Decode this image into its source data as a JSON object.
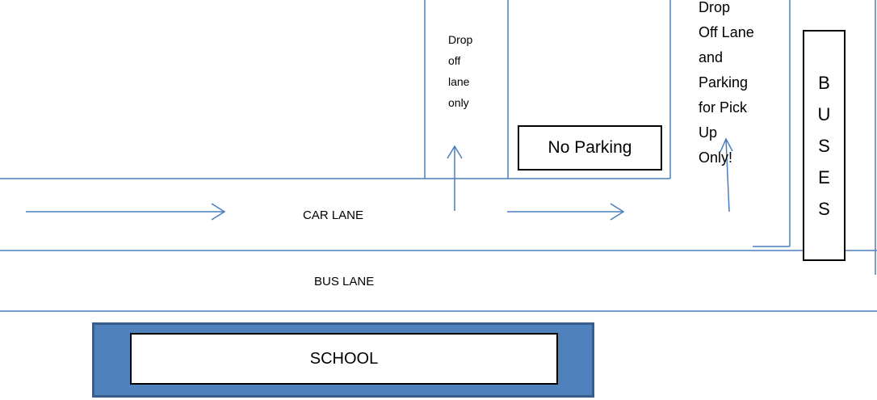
{
  "labels": {
    "drop_off_lane_only": "Drop\noff\nlane\nonly",
    "dropoff_parking": "Drop\nOff Lane\nand\nParking\nfor Pick\nUp\nOnly!",
    "no_parking": "No Parking",
    "car_lane": "CAR LANE",
    "bus_lane": "BUS LANE",
    "buses_letters": [
      "B",
      "U",
      "S",
      "E",
      "S"
    ],
    "school": "SCHOOL"
  },
  "colors": {
    "lines": "#4a7ebb",
    "school_fill": "#4f81bd",
    "school_border": "#385d8a"
  },
  "icons": [
    "arrow-right-icon",
    "arrow-up-icon"
  ]
}
